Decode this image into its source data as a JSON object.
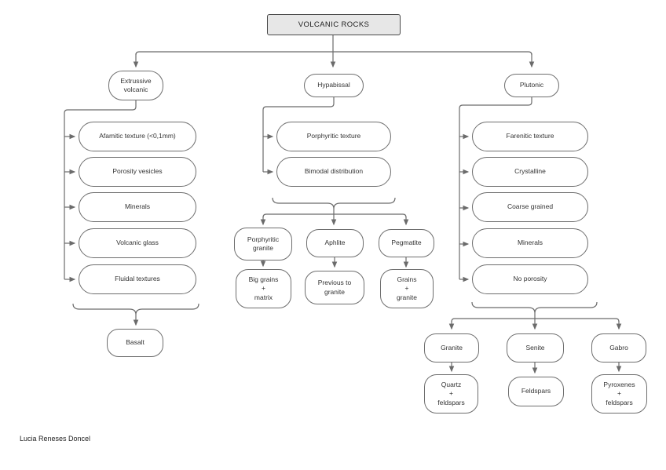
{
  "title": "VOLCANIC ROCKS",
  "footer": "Lucia Reneses Doncel",
  "colors": {
    "stroke": "#6b6b6b",
    "node_border": "#6e6e6e",
    "title_fill": "#e7e7e7",
    "title_border": "#4a4a4a",
    "text": "#333333",
    "background": "#ffffff"
  },
  "categories": {
    "extrusive": {
      "label": "Extrussive\nvolcanic"
    },
    "hypabyssal": {
      "label": "Hypabissal"
    },
    "plutonic": {
      "label": "Plutonic"
    }
  },
  "extrusive": {
    "features": [
      "Afamitic texture (<0,1mm)",
      "Porosity vesicles",
      "Minerals",
      "Volcanic glass",
      "Fluidal textures"
    ],
    "rock": "Basalt"
  },
  "hypabyssal": {
    "features": [
      "Porphyritic texture",
      "Bimodal distribution"
    ],
    "rocks": [
      {
        "name": "Porphyritic\ngranite",
        "composition": "Big grains\n+\nmatrix"
      },
      {
        "name": "Aphlite",
        "composition": "Previous to\ngranite"
      },
      {
        "name": "Pegmatite",
        "composition": "Grains\n+\ngranite"
      }
    ]
  },
  "plutonic": {
    "features": [
      "Farenitic texture",
      "Crystalline",
      "Coarse grained",
      "Minerals",
      "No porosity"
    ],
    "rocks": [
      {
        "name": "Granite",
        "composition": "Quartz\n+\nfeldspars"
      },
      {
        "name": "Senite",
        "composition": "Feldspars"
      },
      {
        "name": "Gabro",
        "composition": "Pyroxenes\n+\nfeldspars"
      }
    ]
  }
}
